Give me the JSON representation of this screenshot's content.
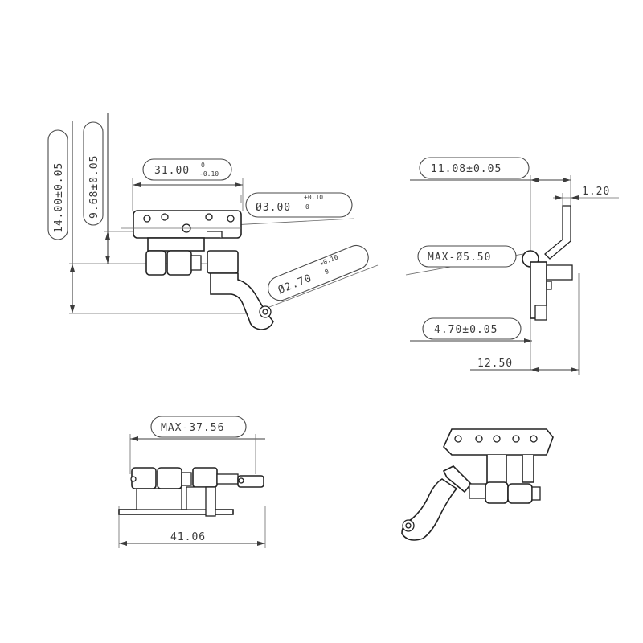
{
  "dimensions": {
    "height_total": "14.00±0.05",
    "height_inner": "9.68±0.05",
    "width_top": {
      "main": "31.00",
      "tol_upper": "0",
      "tol_lower": "-0.10"
    },
    "hole_dia_1": {
      "main": "Ø3.00",
      "tol_upper": "+0.10",
      "tol_lower": "0"
    },
    "hole_dia_2": {
      "main": "Ø2.70",
      "tol_upper": "+0.10",
      "tol_lower": "0"
    },
    "side_width": "11.08±0.05",
    "side_thickness": "1.20",
    "side_max_dia": "MAX-Ø5.50",
    "side_offset": "4.70±0.05",
    "side_depth": "12.50",
    "bottom_max_len": "MAX-37.56",
    "bottom_total_len": "41.06"
  }
}
